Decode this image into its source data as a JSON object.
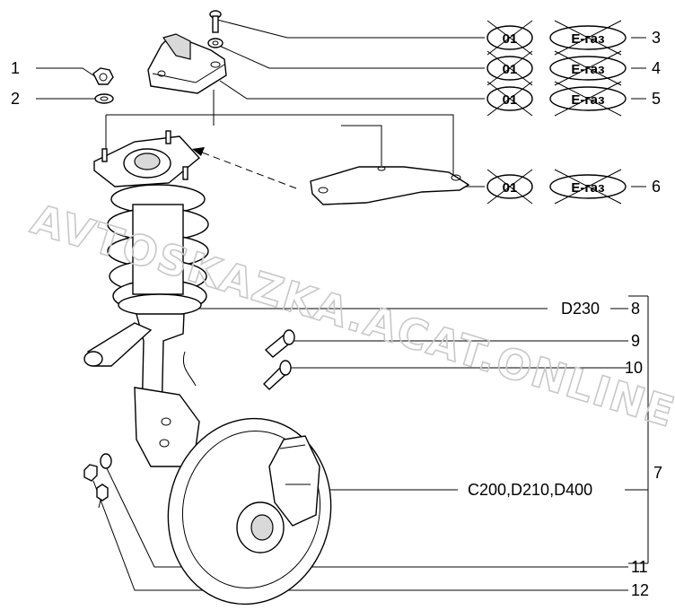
{
  "watermark": "AVTOSKAZKA.ACAT.ONLINE",
  "callouts": [
    {
      "num": "1"
    },
    {
      "num": "2"
    },
    {
      "num": "3",
      "badges": [
        "01",
        "E-газ"
      ]
    },
    {
      "num": "4",
      "badges": [
        "01",
        "E-газ"
      ]
    },
    {
      "num": "5",
      "badges": [
        "01",
        "E-газ"
      ]
    },
    {
      "num": "6",
      "badges": [
        "01",
        "E-газ"
      ]
    },
    {
      "num": "8",
      "code": "D230"
    },
    {
      "num": "9"
    },
    {
      "num": "10"
    },
    {
      "num": "7"
    },
    {
      "num": "",
      "code": "C200,D210,D400"
    },
    {
      "num": "11"
    },
    {
      "num": "12"
    }
  ]
}
